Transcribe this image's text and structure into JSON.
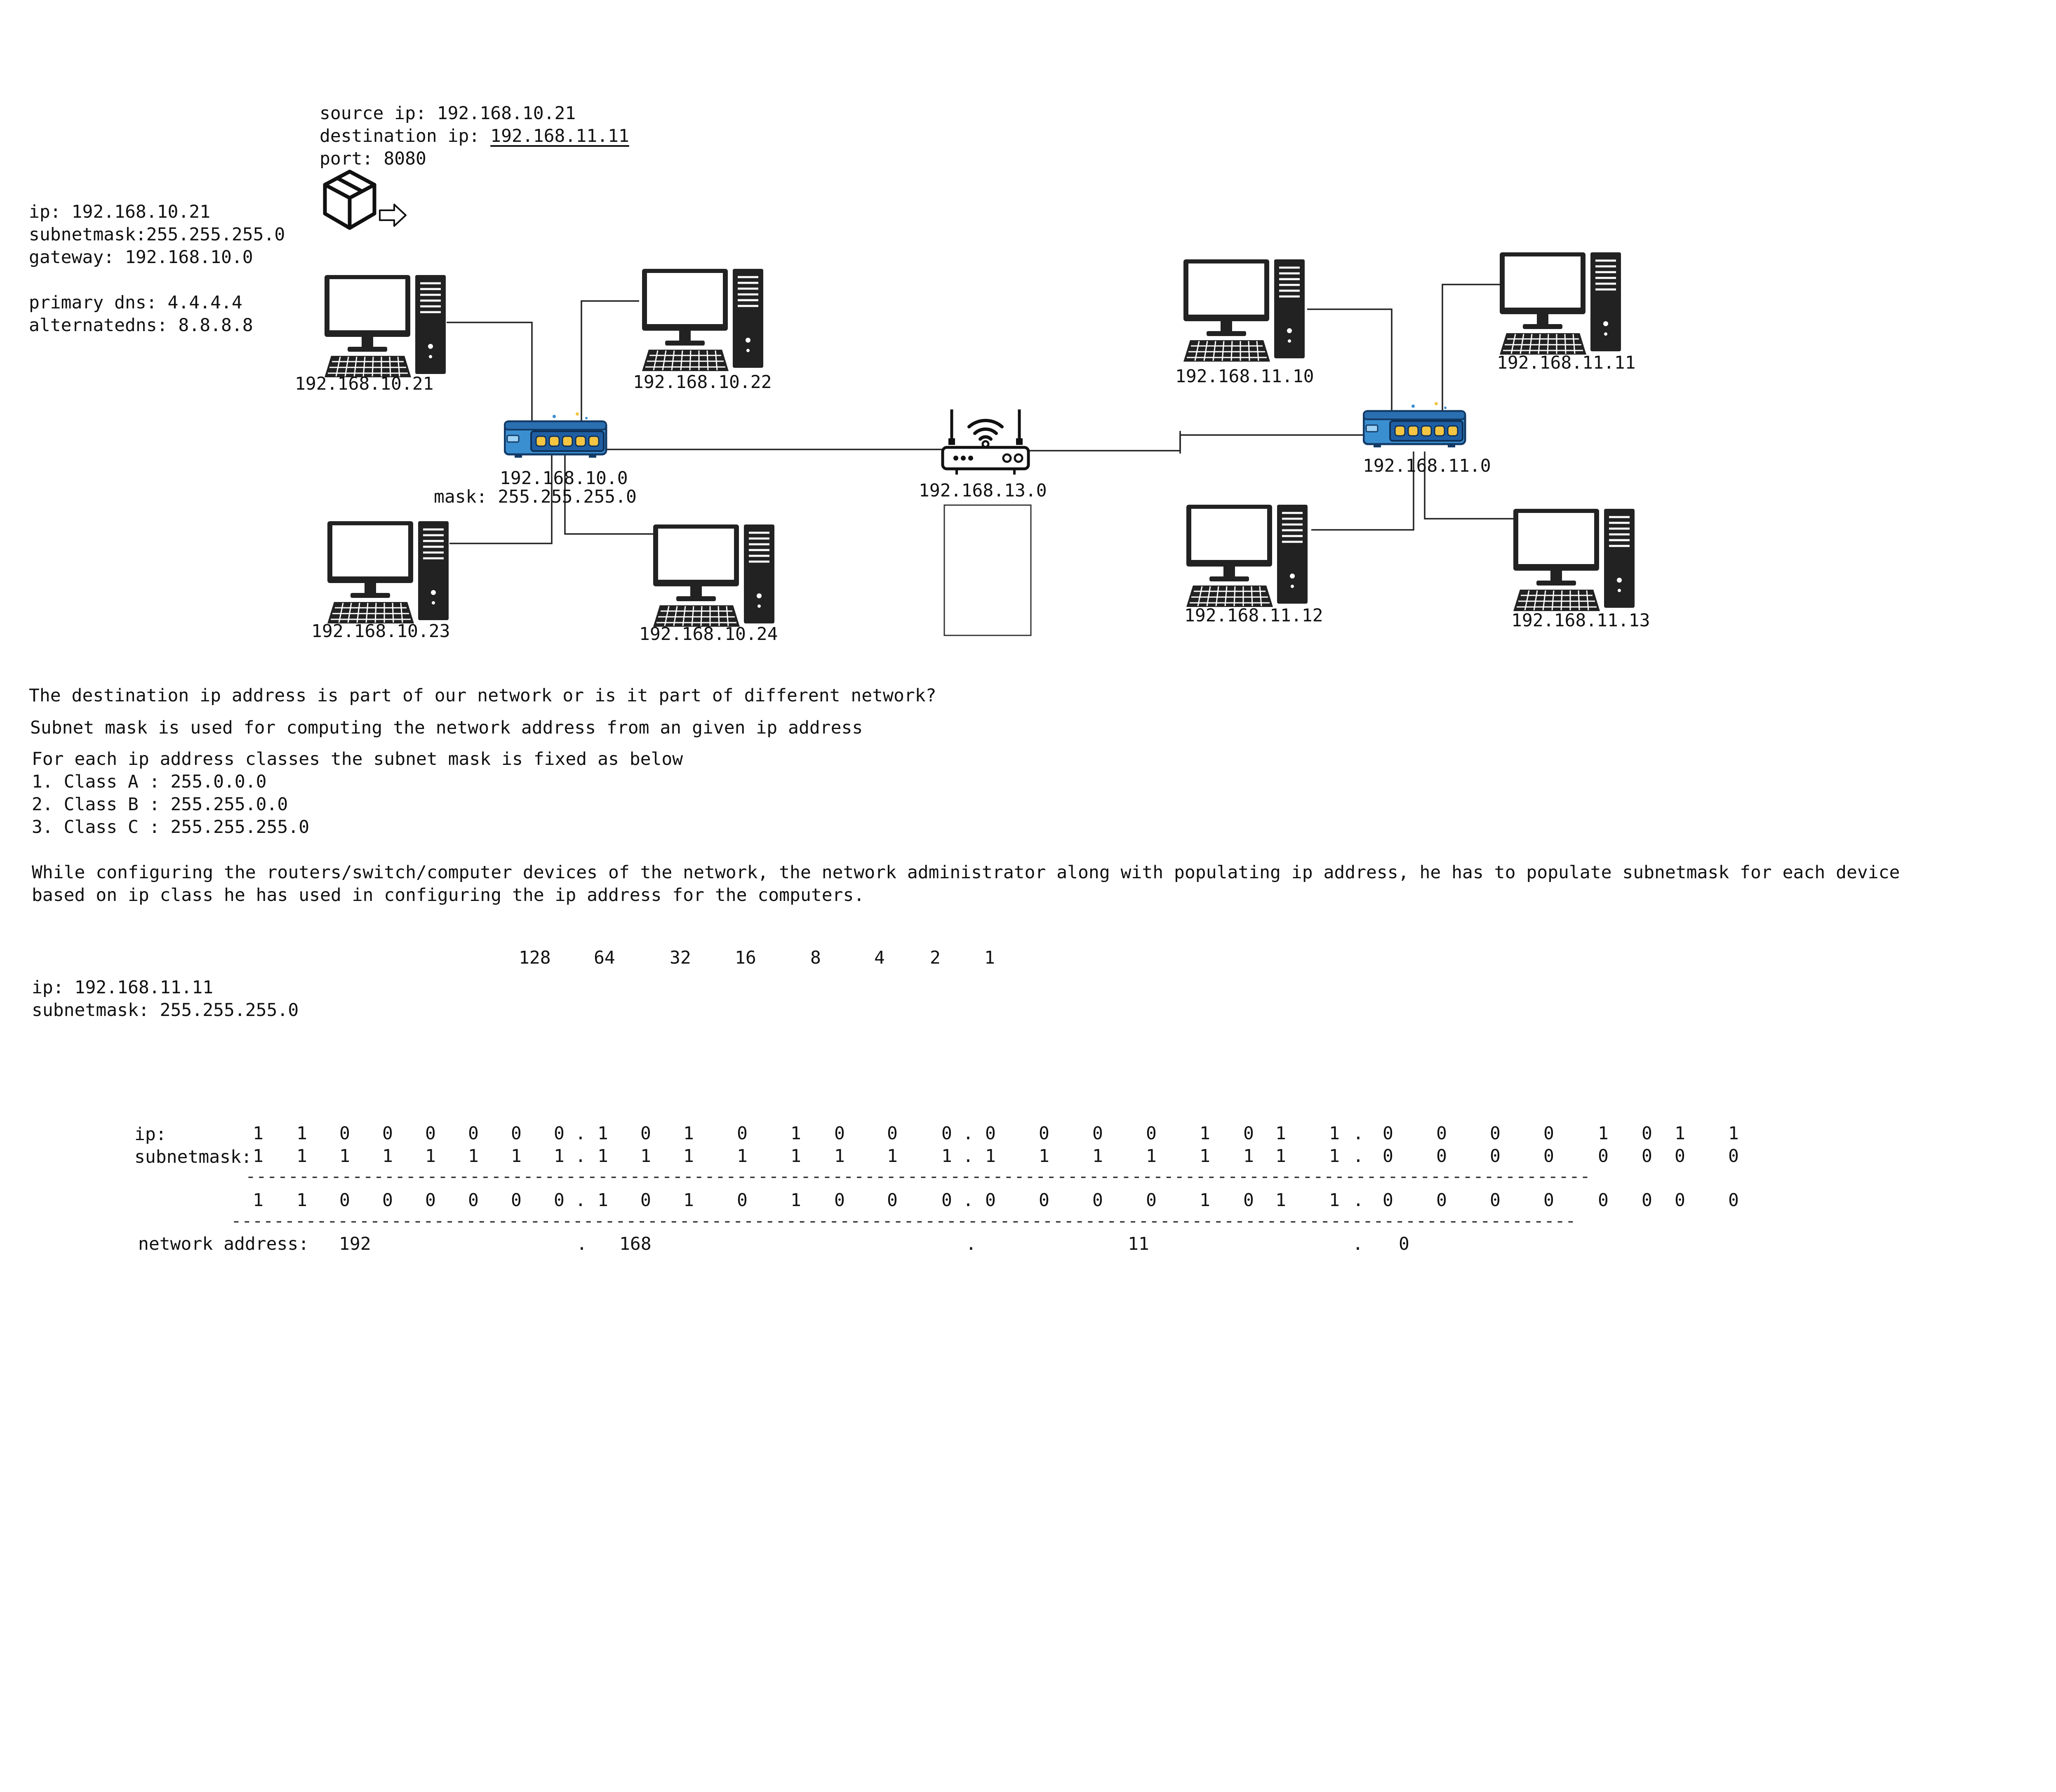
{
  "packet": {
    "source_ip": "source ip: 192.168.10.21",
    "destination_ip_prefix": "destination ip: ",
    "destination_ip_value": "192.168.11.11",
    "port": "port: 8080",
    "icon": "package-box-icon",
    "arrow_icon": "right-arrow-icon"
  },
  "host_config": {
    "ip": "ip: 192.168.10.21",
    "subnetmask": "subnetmask:255.255.255.0",
    "gateway": "gateway: 192.168.10.0",
    "primary_dns": "primary dns: 4.4.4.4",
    "alternate_dns": "alternatedns: 8.8.8.8"
  },
  "network": {
    "left_switch": {
      "label": "192.168.10.0",
      "mask": "mask: 255.255.255.0",
      "icon": "network-switch-icon"
    },
    "router": {
      "label": "192.168.13.0",
      "icon": "wifi-router-icon"
    },
    "right_switch": {
      "label": "192.168.11.0",
      "icon": "network-switch-icon"
    },
    "computers": [
      {
        "label": "192.168.10.21",
        "icon": "desktop-computer-icon"
      },
      {
        "label": "192.168.10.22",
        "icon": "desktop-computer-icon"
      },
      {
        "label": "192.168.10.23",
        "icon": "desktop-computer-icon"
      },
      {
        "label": "192.168.10.24",
        "icon": "desktop-computer-icon"
      },
      {
        "label": "192.168.11.10",
        "icon": "desktop-computer-icon"
      },
      {
        "label": "192.168.11.11",
        "icon": "desktop-computer-icon"
      },
      {
        "label": "192.168.11.12",
        "icon": "desktop-computer-icon"
      },
      {
        "label": "192.168.11.13",
        "icon": "desktop-computer-icon"
      }
    ]
  },
  "notes": {
    "question": "The destination ip address is part of our network or is it part of different network?",
    "subnet_purpose": "Subnet mask is used for computing the network address from an given ip address",
    "classes_intro": "For each ip address classes the subnet mask is fixed as below",
    "class_a": "1. Class A : 255.0.0.0",
    "class_b": "2. Class B : 255.255.0.0",
    "class_c": "3. Class C : 255.255.255.0",
    "config_line1": "While configuring the routers/switch/computer devices of the network, the network administrator along with populating ip address, he has to populate subnetmask for each device",
    "config_line2": "based on ip class he has used in configuring the ip address for the computers."
  },
  "bit_weights": [
    "128",
    "64",
    "32",
    "16",
    "8",
    "4",
    "2",
    "1"
  ],
  "example": {
    "ip": "ip: 192.168.11.11",
    "subnetmask": "subnetmask: 255.255.255.0"
  },
  "binary_calc": {
    "ip_label": "ip:",
    "mask_label": "subnetmask:",
    "ip_bits": [
      [
        "1",
        "1",
        "0",
        "0",
        "0",
        "0",
        "0",
        "0"
      ],
      [
        "1",
        "0",
        "1",
        "0",
        "1",
        "0",
        "0",
        "0"
      ],
      [
        "0",
        "0",
        "0",
        "0",
        "1",
        "0",
        "1",
        "1"
      ],
      [
        "0",
        "0",
        "0",
        "0",
        "1",
        "0",
        "1",
        "1"
      ]
    ],
    "mask_bits": [
      [
        "1",
        "1",
        "1",
        "1",
        "1",
        "1",
        "1",
        "1"
      ],
      [
        "1",
        "1",
        "1",
        "1",
        "1",
        "1",
        "1",
        "1"
      ],
      [
        "1",
        "1",
        "1",
        "1",
        "1",
        "1",
        "1",
        "1"
      ],
      [
        "0",
        "0",
        "0",
        "0",
        "0",
        "0",
        "0",
        "0"
      ]
    ],
    "result_bits": [
      [
        "1",
        "1",
        "0",
        "0",
        "0",
        "0",
        "0",
        "0"
      ],
      [
        "1",
        "0",
        "1",
        "0",
        "1",
        "0",
        "0",
        "0"
      ],
      [
        "0",
        "0",
        "0",
        "0",
        "1",
        "0",
        "1",
        "1"
      ],
      [
        "0",
        "0",
        "0",
        "0",
        "0",
        "0",
        "0",
        "0"
      ]
    ],
    "separator": ".",
    "network_label": "network address:",
    "network_octets": [
      "192",
      "168",
      "11",
      "0"
    ]
  }
}
